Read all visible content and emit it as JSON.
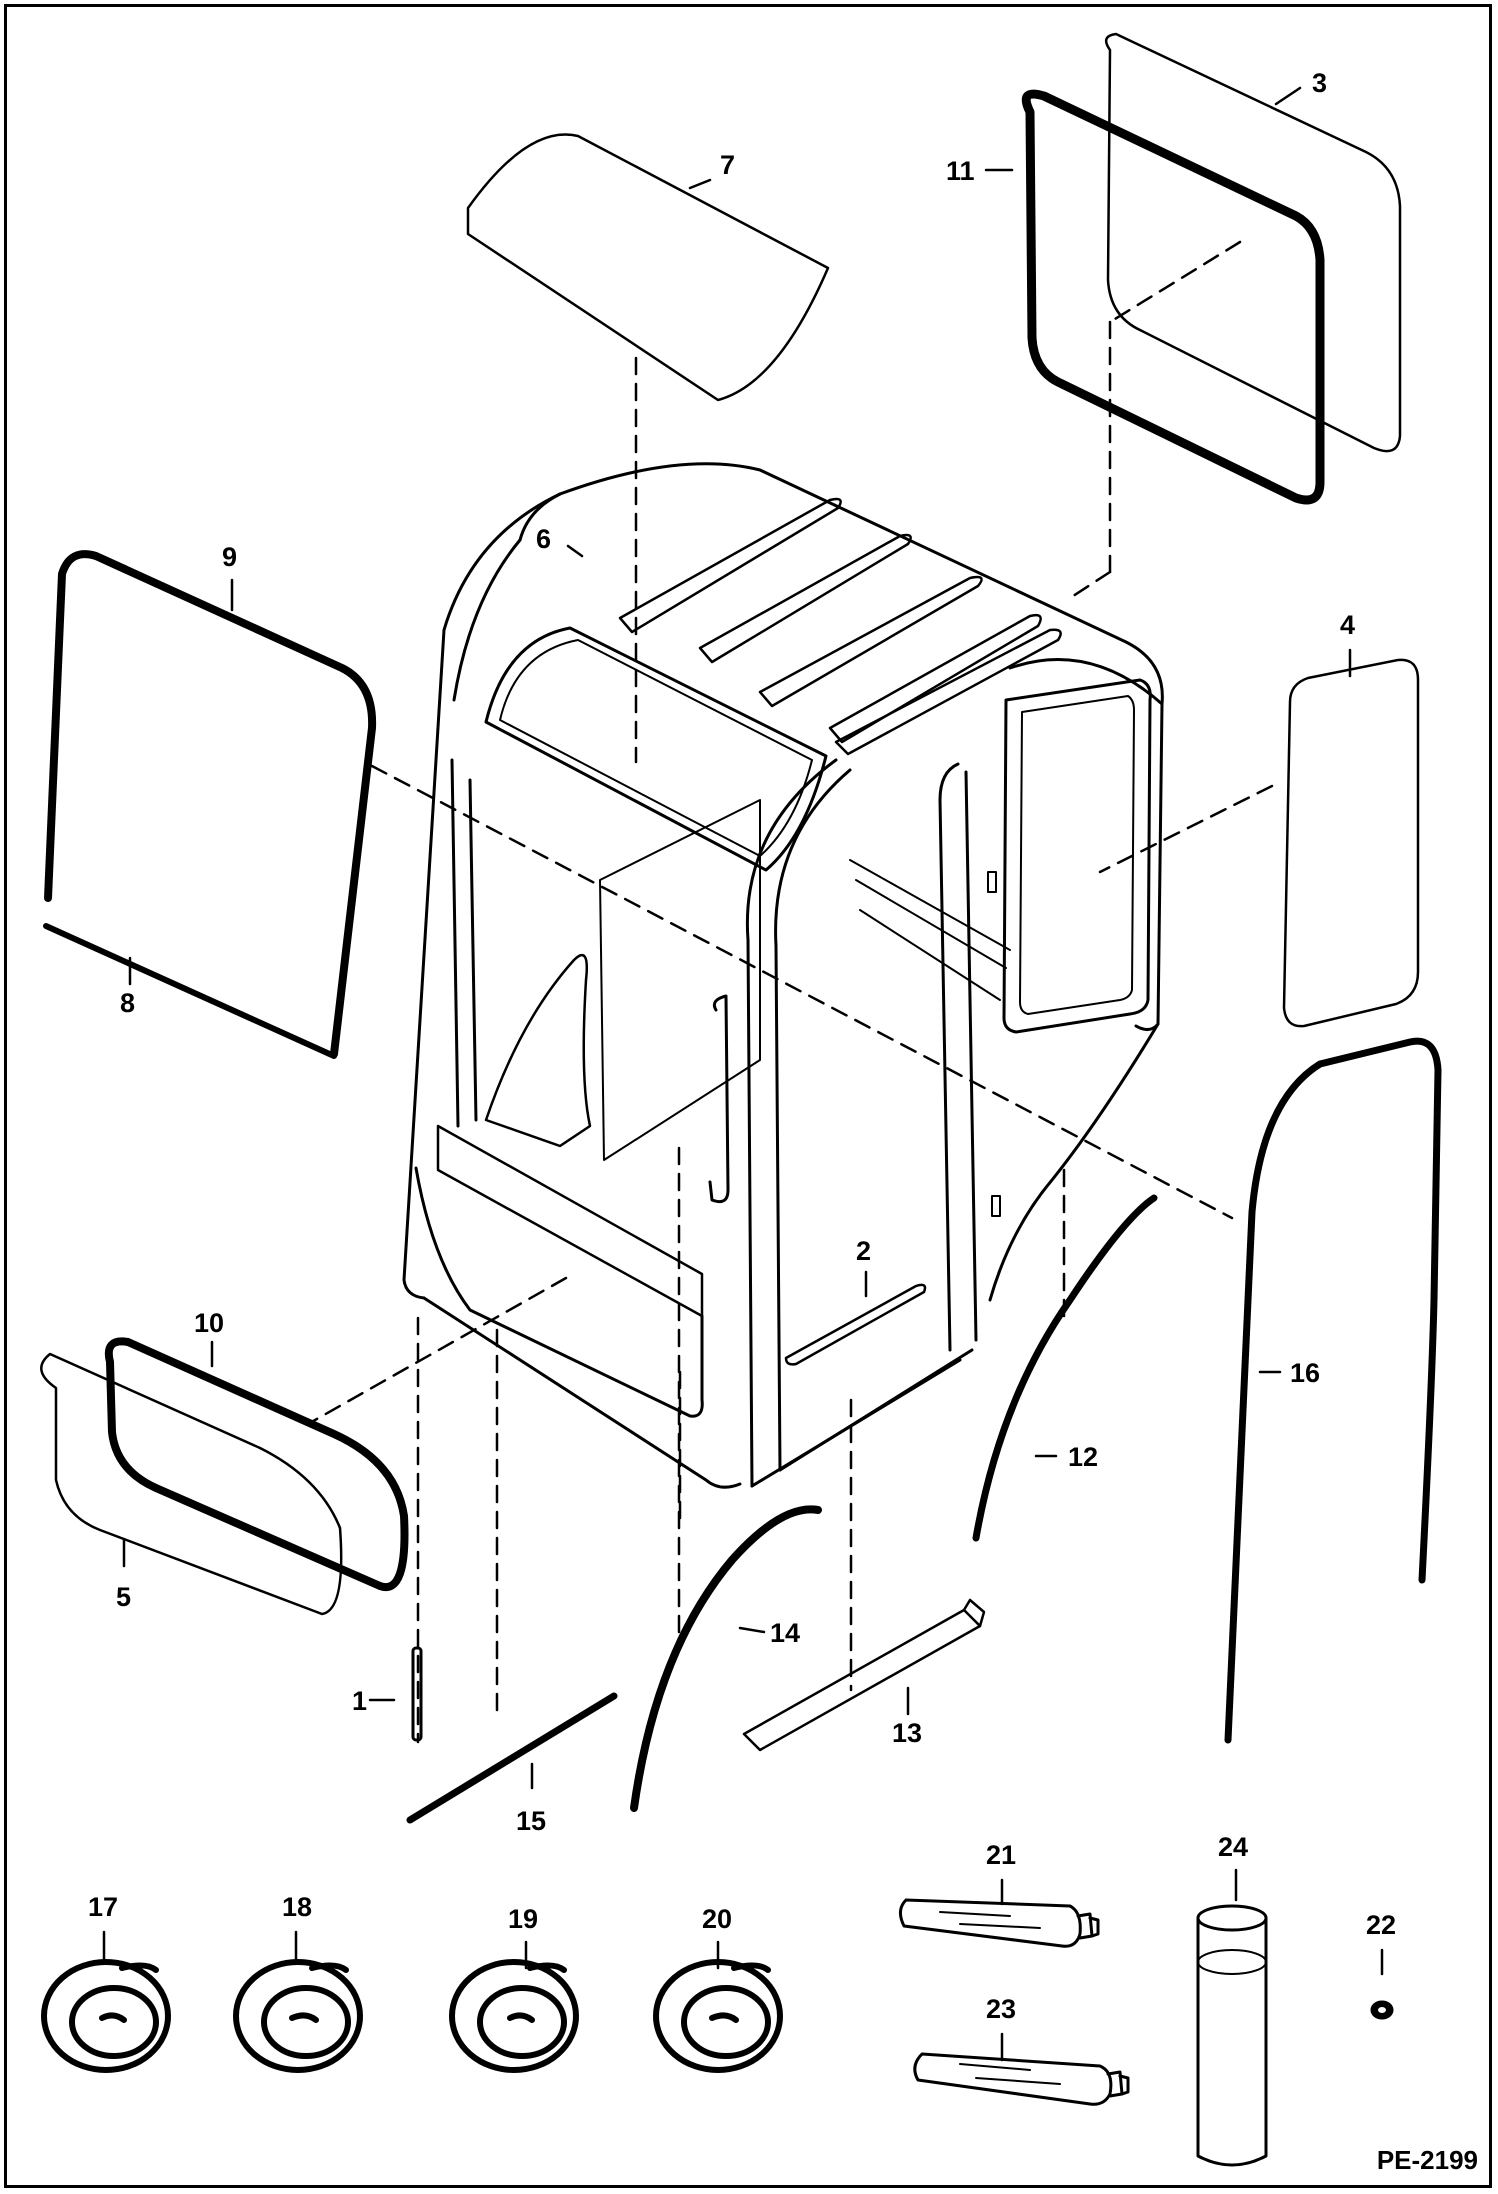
{
  "figure": {
    "code": "PE-2199"
  },
  "callouts": {
    "c1": "1",
    "c2": "2",
    "c3": "3",
    "c4": "4",
    "c5": "5",
    "c6": "6",
    "c7": "7",
    "c8": "8",
    "c9": "9",
    "c10": "10",
    "c11": "11",
    "c12": "12",
    "c13": "13",
    "c14": "14",
    "c15": "15",
    "c16": "16",
    "c17": "17",
    "c18": "18",
    "c19": "19",
    "c20": "20",
    "c21": "21",
    "c22": "22",
    "c23": "23",
    "c24": "24"
  }
}
